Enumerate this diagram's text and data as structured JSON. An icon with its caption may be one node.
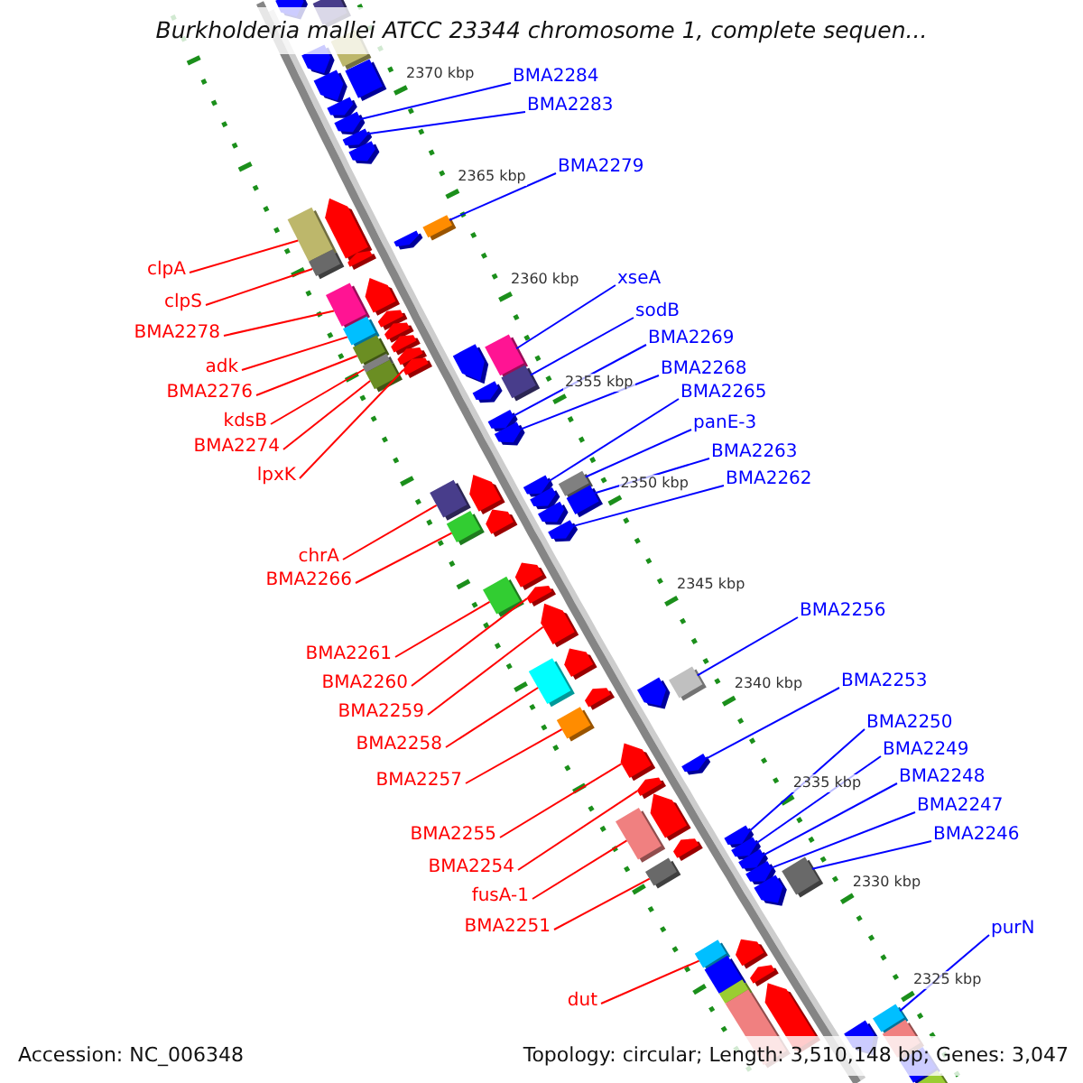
{
  "diagram": {
    "title": "Burkholderia mallei ATCC 23344 chromosome 1, complete sequen...",
    "nodes": [
      {
        "text": [
          "BMA2284"
        ]
      },
      {
        "text": [
          "BMA2283"
        ]
      },
      {
        "text": [
          "BMA2279"
        ]
      },
      {
        "text": [
          "clpA"
        ]
      },
      {
        "text": [
          "xseA"
        ]
      },
      {
        "text": [
          "clpS"
        ]
      },
      {
        "text": [
          "sodB"
        ]
      },
      {
        "text": [
          "BMA2278"
        ]
      },
      {
        "text": [
          "BMA2269"
        ]
      },
      {
        "text": [
          "adk"
        ]
      },
      {
        "text": [
          "BMA2268"
        ]
      },
      {
        "text": [
          "BMA2276"
        ]
      },
      {
        "text": [
          "BMA2265"
        ]
      },
      {
        "text": [
          "kdsB"
        ]
      },
      {
        "text": [
          "panE-3"
        ]
      },
      {
        "text": [
          "BMA2274"
        ]
      },
      {
        "text": [
          "BMA2263"
        ]
      },
      {
        "text": [
          "lpxK"
        ]
      },
      {
        "text": [
          "BMA2262"
        ]
      },
      {
        "text": [
          "chrA"
        ]
      },
      {
        "text": [
          "BMA2266"
        ]
      },
      {
        "text": [
          "BMA2256"
        ]
      },
      {
        "text": [
          "BMA2261"
        ]
      },
      {
        "text": [
          "BMA2253"
        ]
      },
      {
        "text": [
          "BMA2260"
        ]
      },
      {
        "text": [
          "BMA2259"
        ]
      },
      {
        "text": [
          "BMA2250"
        ]
      },
      {
        "text": [
          "BMA2258"
        ]
      },
      {
        "text": [
          "BMA2249"
        ]
      },
      {
        "text": [
          "BMA2248"
        ]
      },
      {
        "text": [
          "BMA2257"
        ]
      },
      {
        "text": [
          "BMA2247"
        ]
      },
      {
        "text": [
          "BMA2255"
        ]
      },
      {
        "text": [
          "BMA2246"
        ]
      },
      {
        "text": [
          "BMA2254"
        ]
      },
      {
        "text": [
          "fusA-1"
        ]
      },
      {
        "text": [
          "BMA2251"
        ]
      },
      {
        "text": [
          "purN"
        ]
      },
      {
        "text": [
          "dut"
        ]
      },
      {
        "text": [],
        "shape": "pentagon"
      },
      {
        "text": [],
        "shape": "box"
      },
      {
        "text": [],
        "shape": "pentagon"
      },
      {
        "text": [],
        "shape": "box"
      },
      {
        "text": [],
        "shape": "pentagon"
      },
      {
        "text": [],
        "shape": "box"
      },
      {
        "text": [],
        "shape": "pentagon"
      },
      {
        "text": [],
        "shape": "pentagon"
      },
      {
        "text": [],
        "shape": "pentagon"
      },
      {
        "text": [],
        "shape": "pentagon"
      },
      {
        "text": [],
        "shape": "box"
      },
      {
        "text": [],
        "shape": "pentagon"
      },
      {
        "text": [],
        "shape": "box"
      },
      {
        "text": [],
        "shape": "pentagon"
      },
      {
        "text": [],
        "shape": "pentagon"
      },
      {
        "text": [],
        "shape": "box"
      },
      {
        "text": [],
        "shape": "box"
      },
      {
        "text": [],
        "shape": "pentagon"
      },
      {
        "text": [],
        "shape": "box"
      },
      {
        "text": [],
        "shape": "pentagon"
      },
      {
        "text": [],
        "shape": "pentagon"
      },
      {
        "text": [],
        "shape": "box"
      },
      {
        "text": [],
        "shape": "pentagon"
      },
      {
        "text": [],
        "shape": "box"
      },
      {
        "text": [],
        "shape": "pentagon"
      },
      {
        "text": [],
        "shape": "box"
      },
      {
        "text": [],
        "shape": "pentagon"
      },
      {
        "text": [],
        "shape": "pentagon"
      },
      {
        "text": [],
        "shape": "box"
      },
      {
        "text": [],
        "shape": "pentagon"
      },
      {
        "text": [],
        "shape": "box"
      },
      {
        "text": [],
        "shape": "pentagon"
      },
      {
        "text": [],
        "shape": "pentagon"
      },
      {
        "text": [],
        "shape": "box"
      },
      {
        "text": [],
        "shape": "pentagon"
      },
      {
        "text": [],
        "shape": "box"
      },
      {
        "text": [],
        "shape": "pentagon"
      },
      {
        "text": [],
        "shape": "pentagon"
      },
      {
        "text": [],
        "shape": "pentagon"
      },
      {
        "text": [],
        "shape": "box"
      },
      {
        "text": [],
        "shape": "pentagon"
      },
      {
        "text": [],
        "shape": "box"
      },
      {
        "text": [],
        "shape": "pentagon"
      },
      {
        "text": [],
        "shape": "pentagon"
      },
      {
        "text": [],
        "shape": "box"
      },
      {
        "text": [],
        "shape": "pentagon"
      },
      {
        "text": [],
        "shape": "pentagon"
      },
      {
        "text": [],
        "shape": "pentagon"
      },
      {
        "text": [],
        "shape": "box"
      },
      {
        "text": [],
        "shape": "pentagon"
      },
      {
        "text": [],
        "shape": "box"
      },
      {
        "text": [],
        "shape": "pentagon"
      },
      {
        "text": [],
        "shape": "box"
      },
      {
        "text": [],
        "shape": "pentagon"
      },
      {
        "text": [],
        "shape": "pentagon"
      },
      {
        "text": [],
        "shape": "pentagon"
      },
      {
        "text": [],
        "shape": "pentagon"
      },
      {
        "text": [],
        "shape": "box"
      },
      {
        "text": [],
        "shape": "pentagon"
      },
      {
        "text": [],
        "shape": "box"
      },
      {
        "text": [],
        "shape": "pentagon"
      },
      {
        "text": [],
        "shape": "pentagon"
      },
      {
        "text": [],
        "shape": "pentagon"
      },
      {
        "text": [],
        "shape": "pentagon"
      },
      {
        "text": [],
        "shape": "pentagon"
      },
      {
        "text": [],
        "shape": "box"
      },
      {
        "text": [],
        "shape": "box"
      },
      {
        "text": [],
        "shape": "pentagon"
      },
      {
        "text": [],
        "shape": "box"
      },
      {
        "text": [],
        "shape": "pentagon"
      },
      {
        "text": [],
        "shape": "box"
      },
      {
        "text": [],
        "shape": "box"
      },
      {
        "text": [],
        "shape": "pentagon"
      },
      {
        "text": [],
        "shape": "box"
      },
      {
        "text": [],
        "shape": "pentagon"
      },
      {
        "text": [],
        "shape": "box"
      },
      {
        "text": [],
        "shape": "box"
      },
      {
        "text": [],
        "shape": "box"
      }
    ],
    "edges": [
      {
        "from": 0,
        "to": 46,
        "arrow": "none",
        "color": "#0000ff"
      },
      {
        "from": 1,
        "to": 47,
        "arrow": "none",
        "color": "#0000ff"
      },
      {
        "from": 2,
        "to": 54,
        "arrow": "none",
        "color": "#0000ff"
      },
      {
        "from": 3,
        "to": 49,
        "arrow": "none"
      },
      {
        "from": 4,
        "to": 67,
        "arrow": "none",
        "color": "#0000ff"
      },
      {
        "from": 5,
        "to": 51,
        "arrow": "none"
      },
      {
        "from": 6,
        "to": 69,
        "arrow": "none",
        "color": "#0000ff"
      },
      {
        "from": 7,
        "to": 55,
        "arrow": "none"
      },
      {
        "from": 8,
        "to": 70,
        "arrow": "none",
        "color": "#0000ff"
      },
      {
        "from": 9,
        "to": 57,
        "arrow": "none"
      },
      {
        "from": 10,
        "to": 71,
        "arrow": "none",
        "color": "#0000ff"
      },
      {
        "from": 11,
        "to": 60,
        "arrow": "none"
      },
      {
        "from": 12,
        "to": 75,
        "arrow": "none",
        "color": "#0000ff"
      },
      {
        "from": 13,
        "to": 62,
        "arrow": "none"
      },
      {
        "from": 14,
        "to": 78,
        "arrow": "none",
        "color": "#0000ff"
      },
      {
        "from": 15,
        "to": 64,
        "arrow": "none"
      },
      {
        "from": 16,
        "to": 80,
        "arrow": "none",
        "color": "#0000ff"
      },
      {
        "from": 17,
        "to": 65,
        "arrow": "none"
      },
      {
        "from": 18,
        "to": 81,
        "arrow": "none",
        "color": "#0000ff"
      },
      {
        "from": 19,
        "to": 72,
        "arrow": "none"
      },
      {
        "from": 20,
        "to": 74,
        "arrow": "none"
      },
      {
        "from": 21,
        "to": 91,
        "arrow": "none",
        "color": "#0000ff"
      },
      {
        "from": 22,
        "to": 83,
        "arrow": "none"
      },
      {
        "from": 23,
        "to": 94,
        "arrow": "none",
        "color": "#0000ff"
      },
      {
        "from": 24,
        "to": 84,
        "arrow": "none"
      },
      {
        "from": 25,
        "to": 85,
        "arrow": "none"
      },
      {
        "from": 26,
        "to": 99,
        "arrow": "none",
        "color": "#0000ff"
      },
      {
        "from": 27,
        "to": 87,
        "arrow": "none"
      },
      {
        "from": 28,
        "to": 100,
        "arrow": "none",
        "color": "#0000ff"
      },
      {
        "from": 29,
        "to": 101,
        "arrow": "none",
        "color": "#0000ff"
      },
      {
        "from": 30,
        "to": 89,
        "arrow": "none"
      },
      {
        "from": 31,
        "to": 102,
        "arrow": "none",
        "color": "#0000ff"
      },
      {
        "from": 32,
        "to": 92,
        "arrow": "none"
      },
      {
        "from": 33,
        "to": 104,
        "arrow": "none",
        "color": "#0000ff"
      },
      {
        "from": 34,
        "to": 93,
        "arrow": "none"
      },
      {
        "from": 35,
        "to": 96,
        "arrow": "none"
      },
      {
        "from": 36,
        "to": 98,
        "arrow": "none"
      },
      {
        "from": 37,
        "to": 112,
        "arrow": "none",
        "color": "#0000ff"
      },
      {
        "from": 38,
        "to": 105,
        "arrow": "none"
      }
    ],
    "labels": [
      "2370 kbp",
      "2365 kbp",
      "2360 kbp",
      "2355 kbp",
      "2350 kbp",
      "2345 kbp",
      "2340 kbp",
      "2335 kbp",
      "2330 kbp",
      "2325 kbp",
      "Accession: NC_006348",
      "Topology: circular; Length: 3,510,148 bp; Genes: 3,047"
    ]
  }
}
